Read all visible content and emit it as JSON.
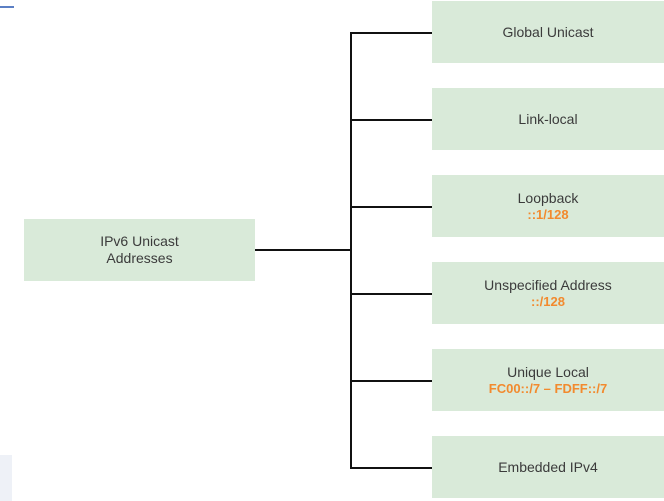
{
  "root": {
    "label": "IPv6 Unicast\nAddresses"
  },
  "children": [
    {
      "label": "Global Unicast",
      "range": ""
    },
    {
      "label": "Link-local",
      "range": ""
    },
    {
      "label": "Loopback",
      "range": "::1/128"
    },
    {
      "label": "Unspecified Address",
      "range": "::/128"
    },
    {
      "label": "Unique Local",
      "range": "FC00::/7 – FDFF::/7"
    },
    {
      "label": "Embedded IPv4",
      "range": ""
    }
  ],
  "colors": {
    "box_fill": "#d9ead9",
    "label_text": "#3b3b3b",
    "range_text": "#f28a2e",
    "connector": "#111111"
  }
}
